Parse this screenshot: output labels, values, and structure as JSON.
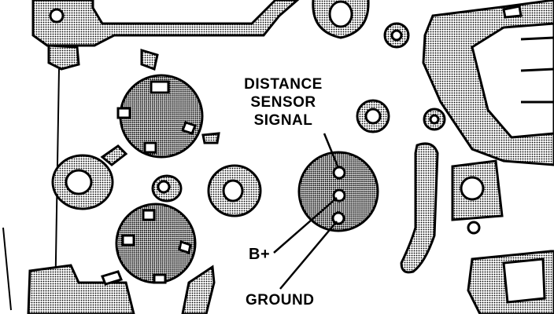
{
  "diagram": {
    "labels": {
      "distance_line1": "DISTANCE",
      "distance_line2": "SENSOR",
      "distance_line3": "SIGNAL",
      "b_plus": "B+",
      "ground": "GROUND"
    },
    "colors": {
      "ink": "#000000",
      "paper": "#ffffff",
      "shade": "#9a9a9a"
    }
  }
}
